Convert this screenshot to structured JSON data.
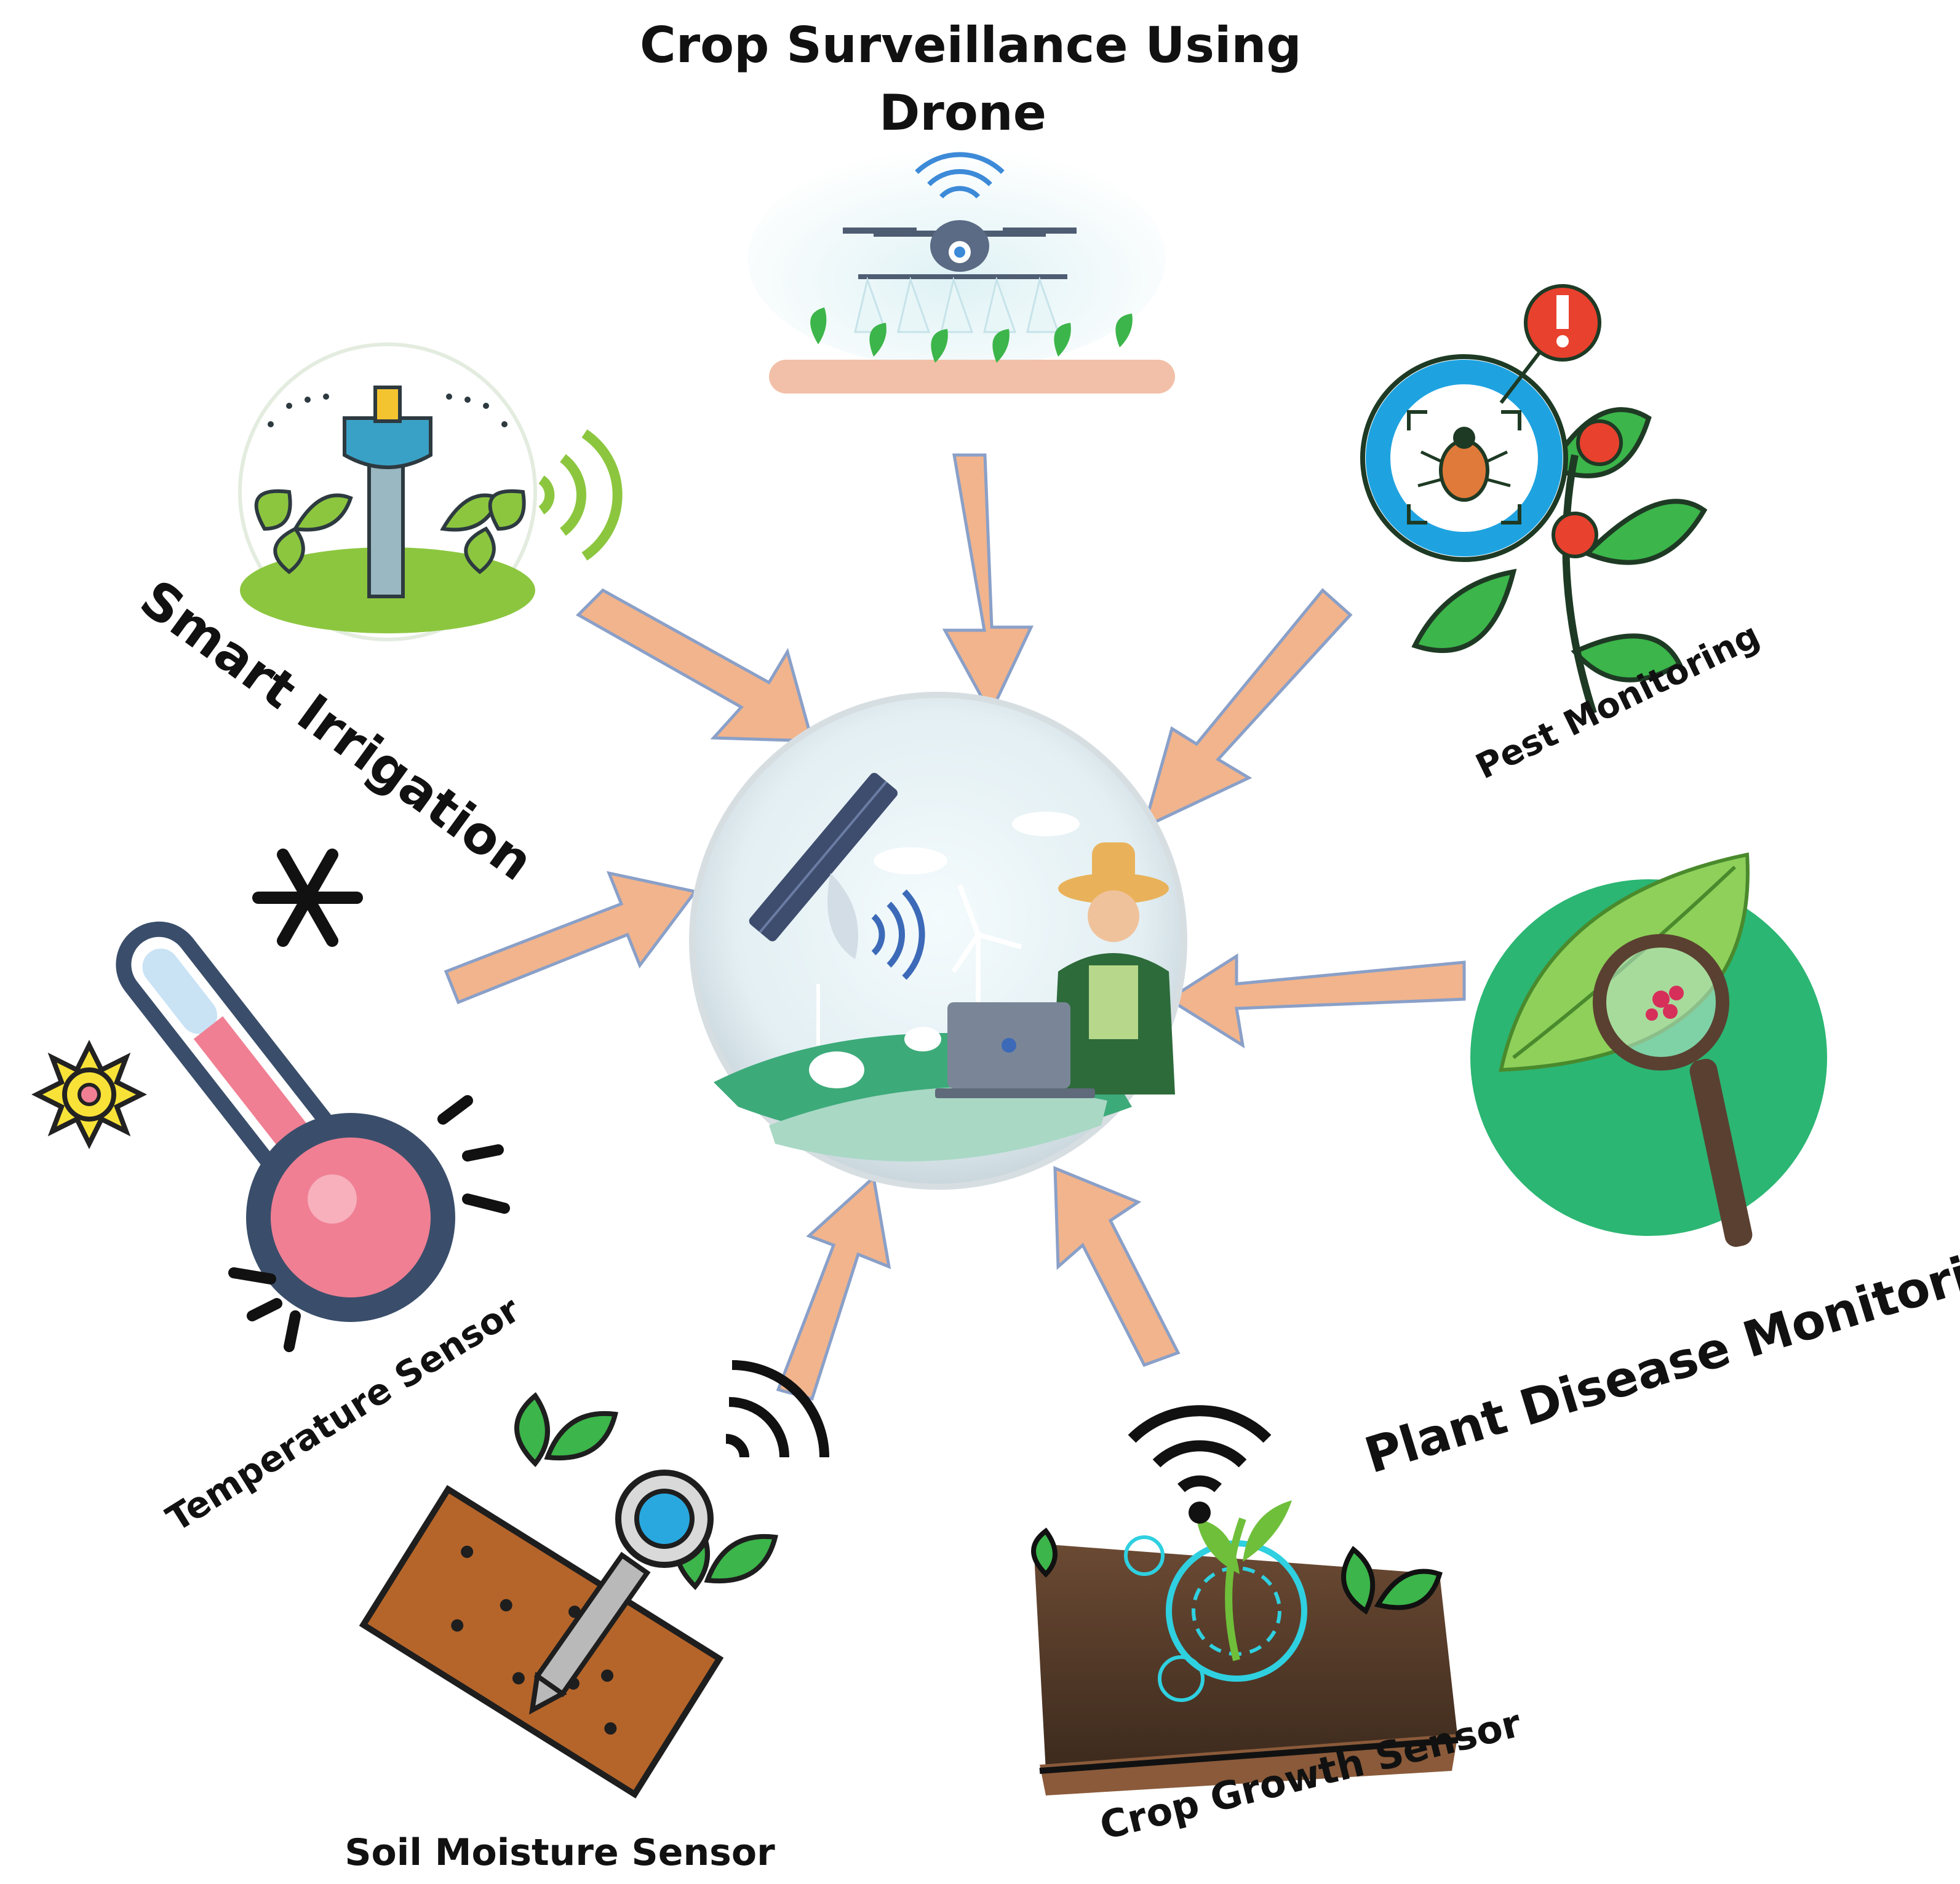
{
  "labels": {
    "drone_line1": "Crop Surveillance Using",
    "drone_line2": "Drone",
    "smart_irrigation": "Smart Irrigation",
    "pest_monitoring": "Pest Monitoring",
    "plant_disease": "Plant Disease Monitoring",
    "temperature": "Temperature Sensor",
    "soil_moisture": "Soil Moisture Sensor",
    "crop_growth": "Crop Growth Sensor"
  },
  "colors": {
    "arrow_fill": "#f2b48c",
    "arrow_stroke": "#8aa0c8",
    "hub_bg": "#e9f4f7",
    "plant_green": "#3cb54a",
    "soil_brown": "#b5652a",
    "thermo_pink": "#f07f93",
    "disease_green": "#2bb673",
    "alert_red": "#e8412e",
    "ring_blue": "#1fa3e0"
  },
  "icons": {
    "hub": "satellite-farmer-globe-icon",
    "drone": "drone-spraying-icon",
    "irrigation": "sprinkler-plants-icon",
    "pest": "bug-magnifier-icon",
    "disease": "leaf-magnifier-icon",
    "temperature": "thermometer-sun-snow-icon",
    "soil": "soil-probe-icon",
    "growth": "crop-soil-wifi-icon"
  }
}
